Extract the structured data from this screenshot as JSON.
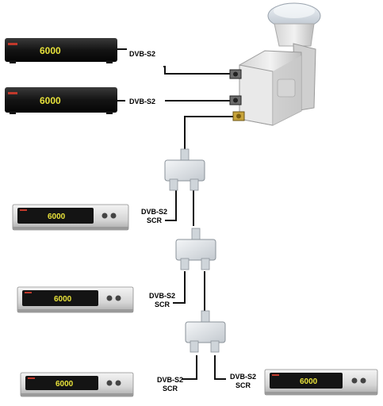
{
  "receivers": {
    "r1": {
      "display": "6000",
      "output": "DVB-S2"
    },
    "r2": {
      "display": "6000",
      "output": "DVB-S2"
    },
    "r3": {
      "display": "6000",
      "output_line1": "DVB-S2",
      "output_line2": "SCR"
    },
    "r4": {
      "display": "6000",
      "output_line1": "DVB-S2",
      "output_line2": "SCR"
    },
    "r5": {
      "display": "6000",
      "output_line1": "DVB-S2",
      "output_line2": "SCR"
    },
    "r6": {
      "display": "6000",
      "output_line1": "DVB-S2",
      "output_line2": "SCR"
    }
  },
  "colors": {
    "cable": "#111111",
    "black_receiver": "#1b1b1b",
    "silver_receiver": "#d9d9d9",
    "display_digits": "#e8e23a",
    "lnb_body": "#e6e6e6",
    "connector_gold": "#c8a43a",
    "splitter": "#e0e3e6"
  },
  "icons": [
    "satellite-lnb-icon",
    "splitter-icon",
    "receiver-icon"
  ]
}
